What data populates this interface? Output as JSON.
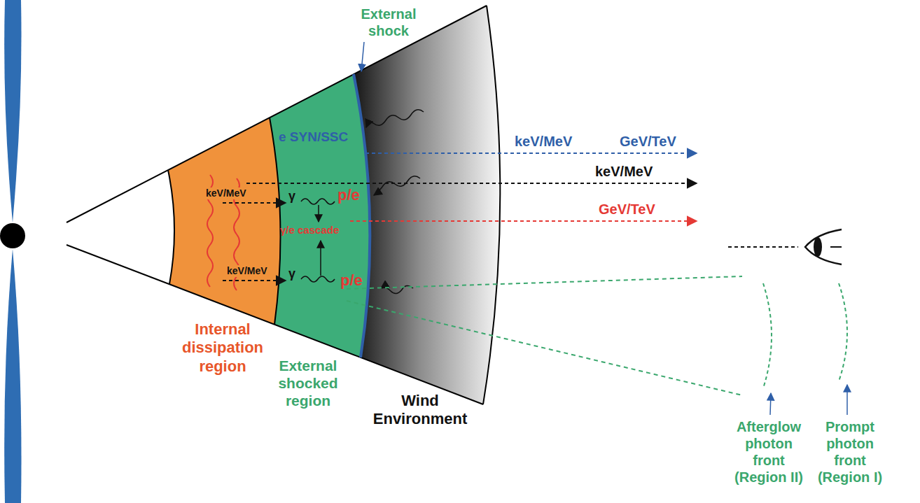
{
  "diagram": {
    "labels": [
      "External shock",
      "e SYN/SSC",
      "keV/MeV",
      "GeV/TeV",
      "keV/MeV",
      "keV/MeV",
      "γ",
      "p/e",
      "γ/e cascade",
      "GeV/TeV",
      "keV/MeV",
      "γ",
      "p/e",
      "Internal dissipation region",
      "External shocked region",
      "Wind Environment",
      "Afterglow photon front (Region II)",
      "Prompt photon front (Region I)"
    ]
  }
}
